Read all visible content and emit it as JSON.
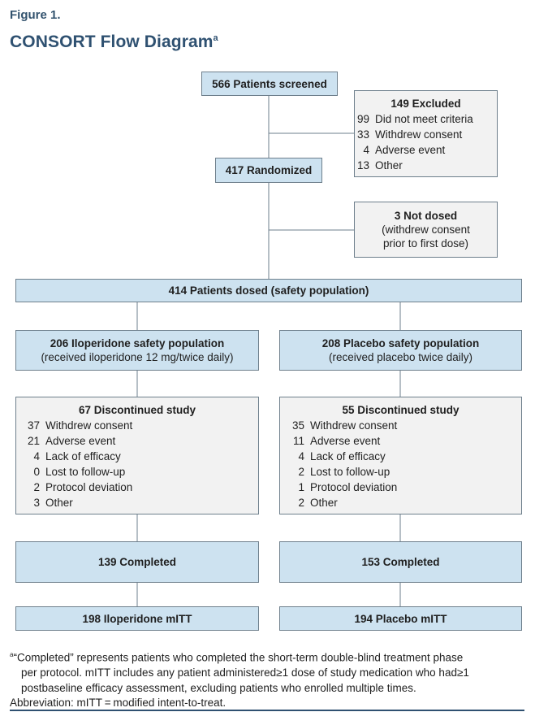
{
  "figure": {
    "label": "Figure 1.",
    "title": "CONSORT Flow Diagram",
    "title_sup": "a"
  },
  "boxes": {
    "screened": "566 Patients screened",
    "excluded": {
      "title": "149 Excluded",
      "items": [
        {
          "n": "99",
          "label": "Did not meet criteria"
        },
        {
          "n": "33",
          "label": "Withdrew consent"
        },
        {
          "n": "4",
          "label": "Adverse event"
        },
        {
          "n": "13",
          "label": "Other"
        }
      ]
    },
    "randomized": "417 Randomized",
    "not_dosed": {
      "title": "3 Not dosed",
      "line1": "(withdrew consent",
      "line2": "prior to first dose)"
    },
    "dosed": "414 Patients dosed (safety population)",
    "iloperidone_safety": {
      "title": "206 Iloperidone safety population",
      "sub": "(received iloperidone 12 mg/twice daily)"
    },
    "placebo_safety": {
      "title": "208 Placebo safety population",
      "sub": "(received placebo twice daily)"
    },
    "ilo_discontinued": {
      "title": "67 Discontinued study",
      "items": [
        {
          "n": "37",
          "label": "Withdrew consent"
        },
        {
          "n": "21",
          "label": "Adverse event"
        },
        {
          "n": "4",
          "label": "Lack of efficacy"
        },
        {
          "n": "0",
          "label": "Lost to follow-up"
        },
        {
          "n": "2",
          "label": "Protocol deviation"
        },
        {
          "n": "3",
          "label": "Other"
        }
      ]
    },
    "pbo_discontinued": {
      "title": "55 Discontinued study",
      "items": [
        {
          "n": "35",
          "label": "Withdrew consent"
        },
        {
          "n": "11",
          "label": "Adverse event"
        },
        {
          "n": "4",
          "label": "Lack of efficacy"
        },
        {
          "n": "2",
          "label": "Lost to follow-up"
        },
        {
          "n": "1",
          "label": "Protocol deviation"
        },
        {
          "n": "2",
          "label": "Other"
        }
      ]
    },
    "ilo_completed": "139 Completed",
    "pbo_completed": "153 Completed",
    "ilo_mitt": "198 Iloperidone mITT",
    "pbo_mitt": "194 Placebo mITT"
  },
  "footnote": {
    "marker": "a",
    "line1": "“Completed” represents patients who completed the short-term double-blind treatment phase",
    "line2": "per protocol. mITT includes any patient administered≥1 dose of study medication who had≥1",
    "line3": "postbaseline efficacy assessment, excluding patients who enrolled multiple times.",
    "abbreviation": "Abbreviation: mITT = modified intent-to-treat."
  },
  "colors": {
    "box_fill": "#cde2f0",
    "side_fill": "#f2f2f2",
    "title": "#2f5171",
    "border": "#6e7f8c"
  }
}
